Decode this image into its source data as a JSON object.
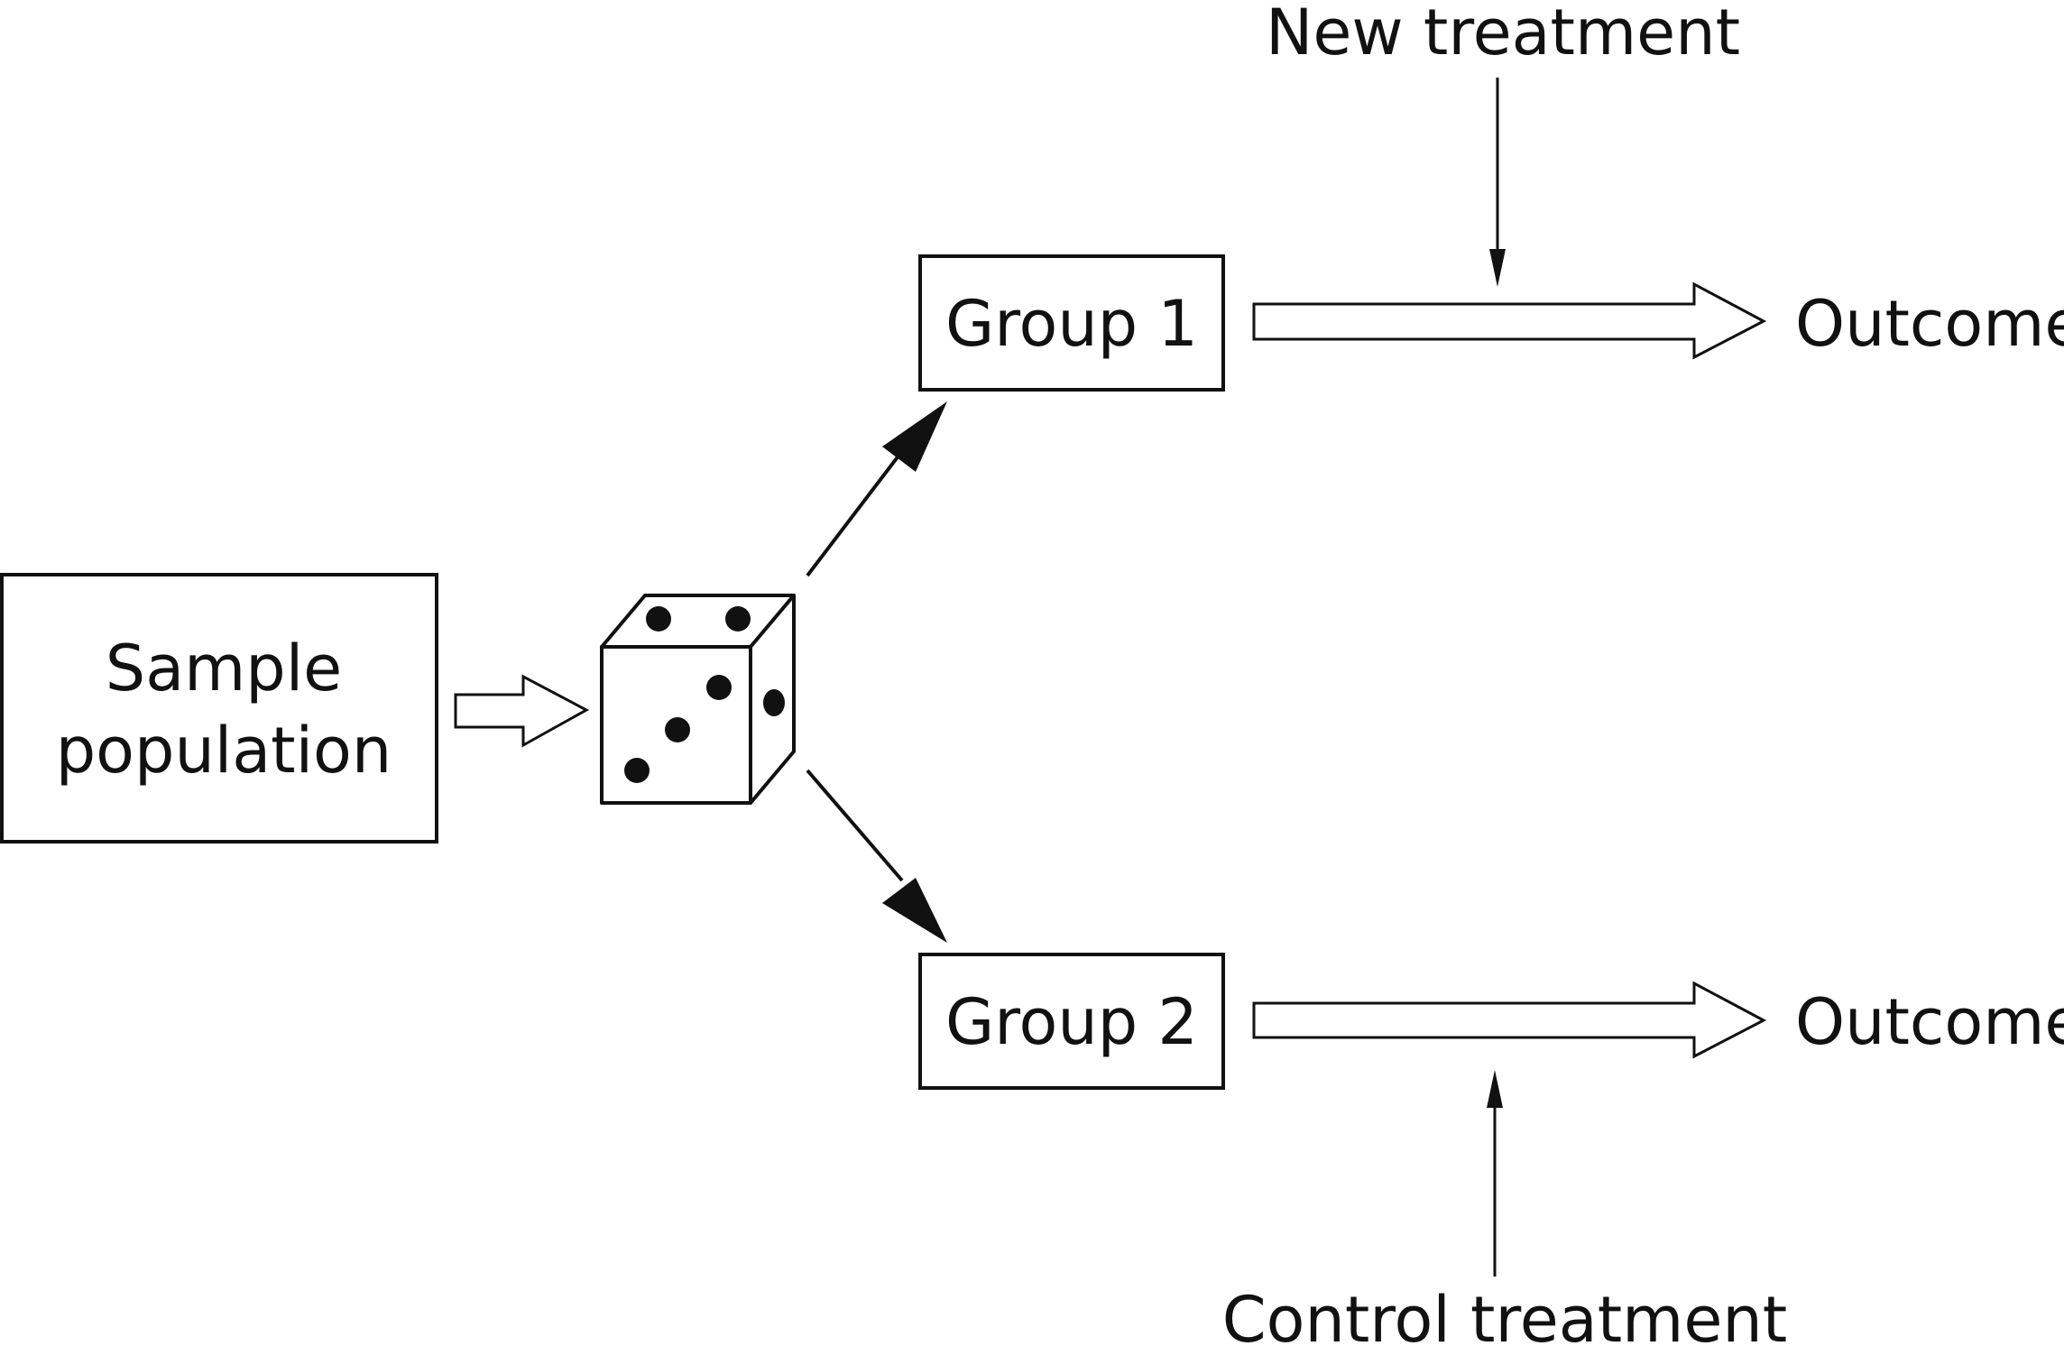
{
  "diagram": {
    "nodes": {
      "sample": {
        "line1": "Sample",
        "line2": "population"
      },
      "group1": "Group 1",
      "group2": "Group 2",
      "outcome1": "Outcome",
      "outcome2": "Outcome",
      "new_treatment": "New treatment",
      "control_treatment": "Control treatment"
    },
    "randomizer_icon": "dice-icon",
    "edges": [
      {
        "from": "sample",
        "to": "dice",
        "style": "hollow-arrow"
      },
      {
        "from": "dice",
        "to": "group1",
        "style": "solid-arrow"
      },
      {
        "from": "dice",
        "to": "group2",
        "style": "solid-arrow"
      },
      {
        "from": "group1",
        "to": "outcome1",
        "style": "hollow-arrow"
      },
      {
        "from": "group2",
        "to": "outcome2",
        "style": "hollow-arrow"
      },
      {
        "from": "new_treatment",
        "to": "group1-outcome-path",
        "style": "thin-arrow"
      },
      {
        "from": "control_treatment",
        "to": "group2-outcome-path",
        "style": "thin-arrow"
      }
    ],
    "colors": {
      "stroke": "#111111",
      "background": "#ffffff"
    }
  }
}
